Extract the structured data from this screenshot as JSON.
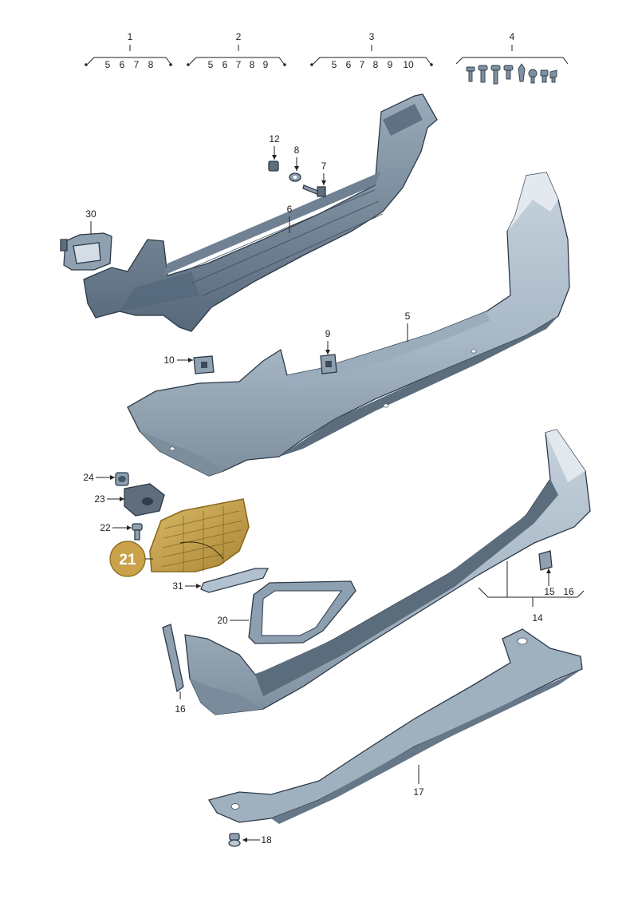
{
  "groups": [
    {
      "number": "1",
      "members": [
        "5",
        "6",
        "7",
        "8"
      ]
    },
    {
      "number": "2",
      "members": [
        "5",
        "6",
        "7",
        "8",
        "9"
      ]
    },
    {
      "number": "3",
      "members": [
        "5",
        "6",
        "7",
        "8",
        "9",
        "10"
      ]
    },
    {
      "number": "4",
      "members": []
    }
  ],
  "callouts": {
    "p5": "5",
    "p6": "6",
    "p7": "7",
    "p8": "8",
    "p9": "9",
    "p10": "10",
    "p12": "12",
    "p14": "14",
    "p15": "15",
    "p16a": "16",
    "p16b": "16",
    "p17": "17",
    "p18": "18",
    "p20": "20",
    "p21": "21",
    "p22": "22",
    "p23": "23",
    "p24": "24",
    "p30": "30",
    "p31": "31"
  },
  "colors": {
    "highlight_fill": "#c9a24a",
    "highlight_stroke": "#8a6a1e",
    "part_dark": "#5f6e7d",
    "part_mid": "#8fa0b0",
    "part_light": "#bac8d4"
  }
}
